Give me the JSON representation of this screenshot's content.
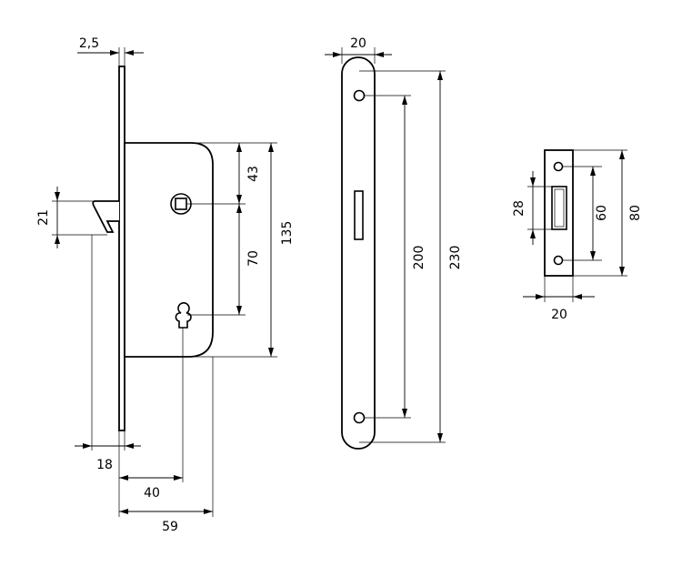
{
  "labels": {
    "faceplate_thickness": "2,5",
    "latch_height": "21",
    "backset_offset": "18",
    "keyhole_backset": "40",
    "case_depth": "59",
    "spindle_to_top": "43",
    "spindle_to_keyhole": "70",
    "case_height": "135",
    "forend_width": "20",
    "hole_spacing": "200",
    "forend_length": "230",
    "strike_opening": "28",
    "strike_hole_spacing": "60",
    "strike_height": "80",
    "strike_width": "20"
  },
  "colors": {
    "line": "#000000",
    "background": "#ffffff"
  }
}
